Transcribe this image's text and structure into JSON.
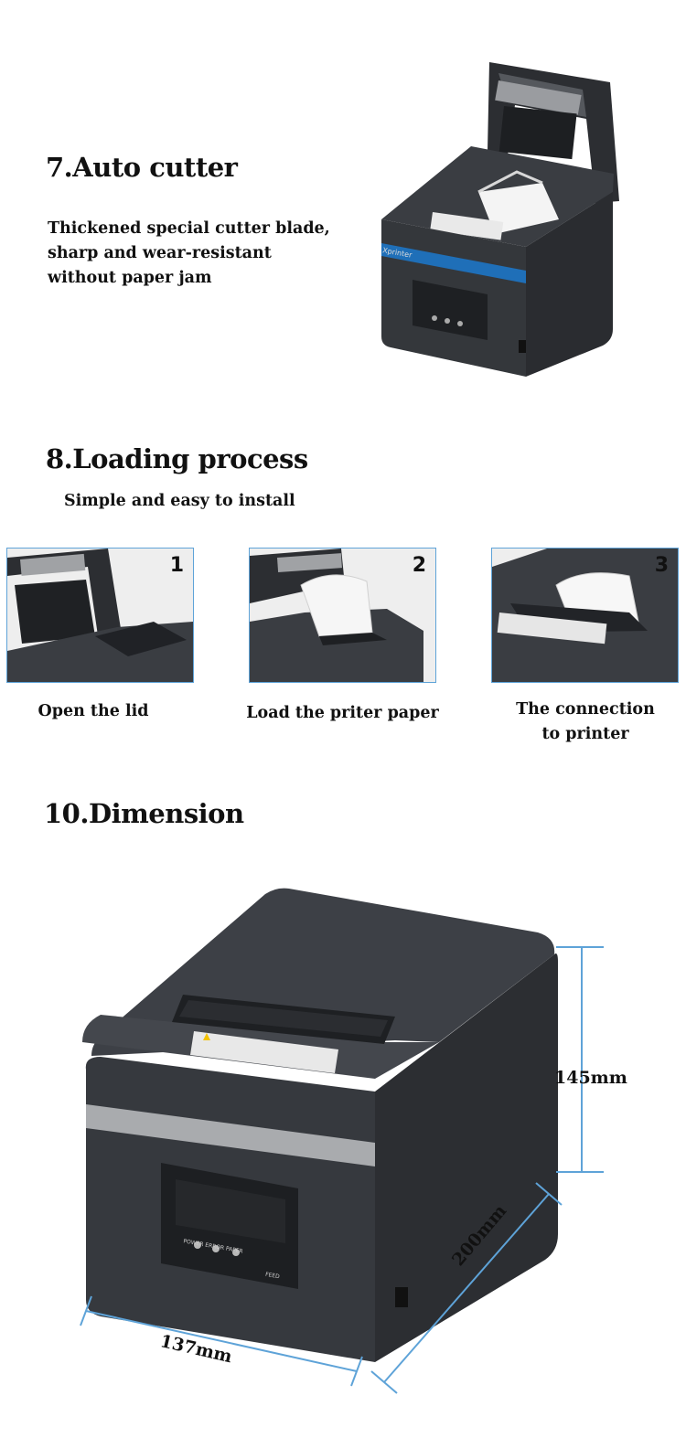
{
  "sections": {
    "auto_cutter": {
      "title": "7.Auto cutter",
      "lines": [
        "Thickened special cutter blade,",
        "sharp and wear-resistant",
        "without paper jam"
      ]
    },
    "loading": {
      "title": "8.Loading process",
      "subtitle": "Simple and easy to install",
      "steps": [
        {
          "num": "1",
          "caption": "Open the lid"
        },
        {
          "num": "2",
          "caption": "Load the priter paper"
        },
        {
          "num": "3",
          "caption_lines": [
            "The connection",
            "to printer"
          ]
        }
      ]
    },
    "dimension": {
      "title": "10.Dimension",
      "height": "145mm",
      "depth": "200mm",
      "width": "137mm"
    }
  },
  "printer": {
    "brand_label": "Xprinter",
    "button_labels": [
      "POWER",
      "ERROR",
      "PAPER",
      "FEED"
    ]
  },
  "colors": {
    "accent_blue": "#5ea3d8",
    "printer_body": "#3a3d42",
    "printer_stripe_blue": "#1f6fb8",
    "printer_stripe_grey": "#a9abae"
  }
}
